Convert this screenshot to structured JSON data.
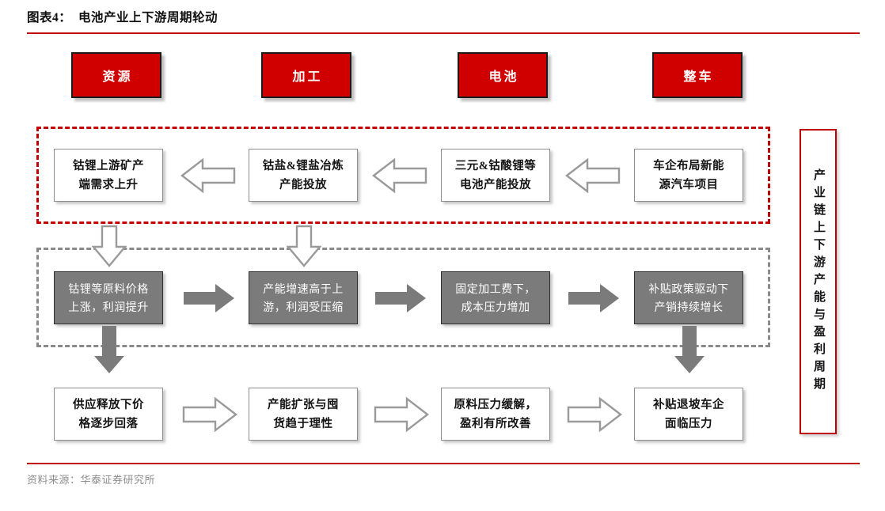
{
  "title": "图表4：  电池产业上下游周期轮动",
  "footer": "资料来源：华泰证券研究所",
  "colors": {
    "brand_red": "#C00000",
    "header_box_red": "#D10000",
    "gray_box": "#7B7B7B",
    "gray_dash": "#8A8A8A",
    "footer_text": "#8D8D8D"
  },
  "categories": [
    {
      "label": "资源"
    },
    {
      "label": "加工"
    },
    {
      "label": "电池"
    },
    {
      "label": "整车"
    }
  ],
  "rows": [
    {
      "name": "upstream-demand-row",
      "style": "white",
      "flow": "right-to-left",
      "boxes": [
        {
          "label": "钴锂上游矿产\n端需求上升"
        },
        {
          "label": "钴盐&锂盐冶炼\n产能投放"
        },
        {
          "label": "三元&钴酸锂等\n电池产能投放"
        },
        {
          "label": "车企布局新能\n源汽车项目"
        }
      ]
    },
    {
      "name": "profit-pressure-row",
      "style": "gray",
      "flow": "left-to-right",
      "boxes": [
        {
          "label": "钴锂等原料价格\n上涨，利润提升"
        },
        {
          "label": "产能增速高于上\n游，利润受压缩"
        },
        {
          "label": "固定加工费下，\n成本压力增加"
        },
        {
          "label": "补贴政策驱动下\n产销持续增长"
        }
      ]
    },
    {
      "name": "rebalance-row",
      "style": "white",
      "flow": "left-to-right",
      "boxes": [
        {
          "label": "供应释放下价\n格逐步回落"
        },
        {
          "label": "产能扩张与囤\n货趋于理性"
        },
        {
          "label": "原料压力缓解，\n盈利有所改善"
        },
        {
          "label": "补贴退坡车企\n面临压力"
        }
      ]
    }
  ],
  "side_panel": {
    "label": "产业链上下游产能与盈利周期"
  }
}
